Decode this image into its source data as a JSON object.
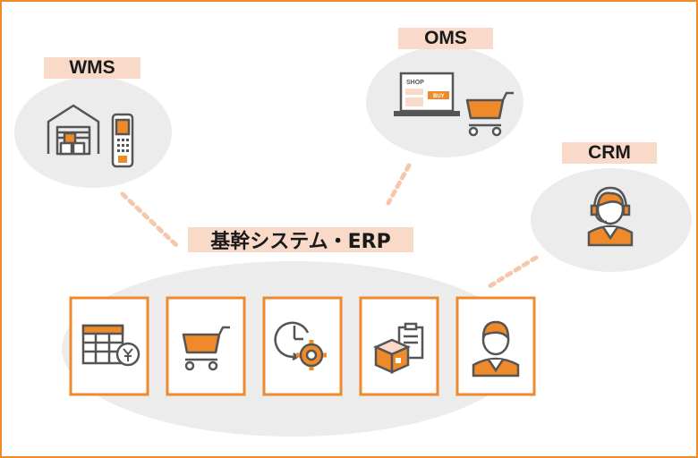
{
  "nodes": {
    "wms": {
      "label": "WMS"
    },
    "oms": {
      "label": "OMS",
      "screen_text": "SHOP",
      "buy_text": "BUY"
    },
    "crm": {
      "label": "CRM"
    },
    "erp": {
      "label": "基幹システム・ERP"
    }
  },
  "modules": [
    {
      "icon": "accounting-icon"
    },
    {
      "icon": "shopping-cart-icon"
    },
    {
      "icon": "production-cycle-icon"
    },
    {
      "icon": "inventory-icon"
    },
    {
      "icon": "staff-icon"
    }
  ],
  "colors": {
    "accent": "#ee8a2a",
    "label_band": "#f9d9c8",
    "bubble": "#ececec",
    "connector": "#f5c8ac",
    "icon_gray": "#555555"
  }
}
